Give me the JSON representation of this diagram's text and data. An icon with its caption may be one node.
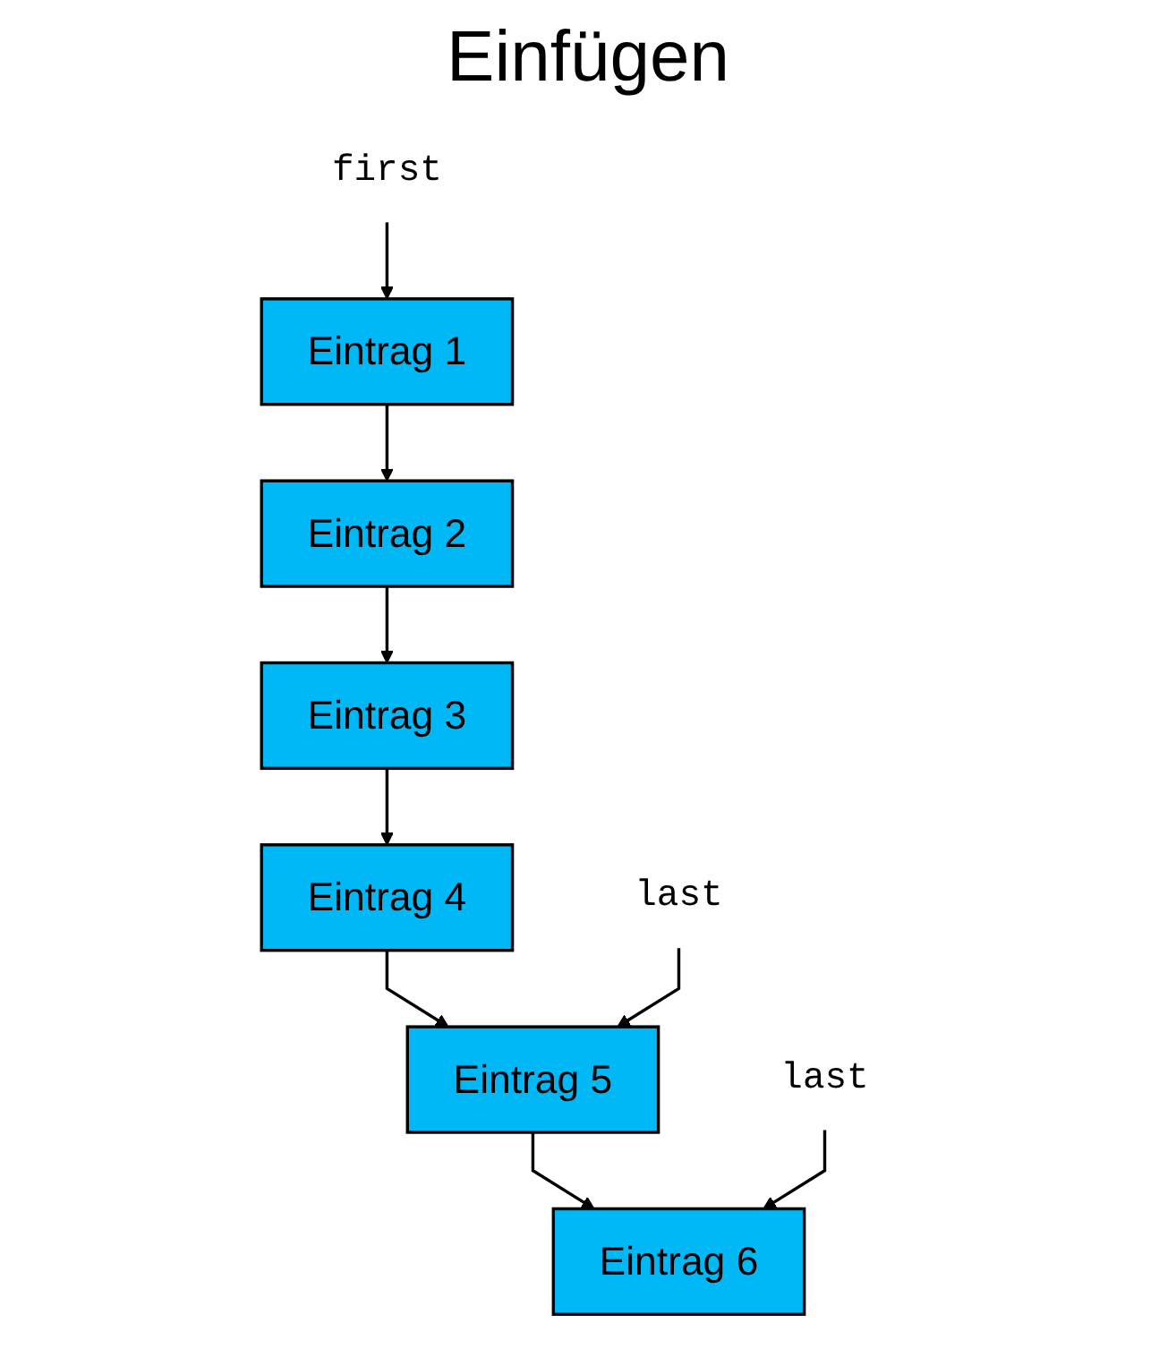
{
  "diagram": {
    "title": "Einfügen",
    "nodes": [
      {
        "text": [
          "Eintrag 1"
        ]
      },
      {
        "text": [
          "Eintrag 2"
        ]
      },
      {
        "text": [
          "Eintrag 3"
        ]
      },
      {
        "text": [
          "Eintrag 4"
        ]
      },
      {
        "text": [
          "Eintrag 5"
        ]
      },
      {
        "text": [
          "Eintrag 6"
        ]
      },
      {
        "text": [
          "first"
        ]
      },
      {
        "text": [
          "last"
        ]
      },
      {
        "text": [
          "last"
        ]
      }
    ],
    "edges": [
      {
        "from": 6,
        "to": 0,
        "arrow": "to"
      },
      {
        "from": 0,
        "to": 1,
        "arrow": "to"
      },
      {
        "from": 1,
        "to": 2,
        "arrow": "to"
      },
      {
        "from": 2,
        "to": 3,
        "arrow": "to"
      },
      {
        "from": 3,
        "to": 4,
        "arrow": "to"
      },
      {
        "from": 4,
        "to": 5,
        "arrow": "to"
      },
      {
        "from": 7,
        "to": 4,
        "arrow": "to"
      },
      {
        "from": 8,
        "to": 5,
        "arrow": "to"
      }
    ]
  }
}
